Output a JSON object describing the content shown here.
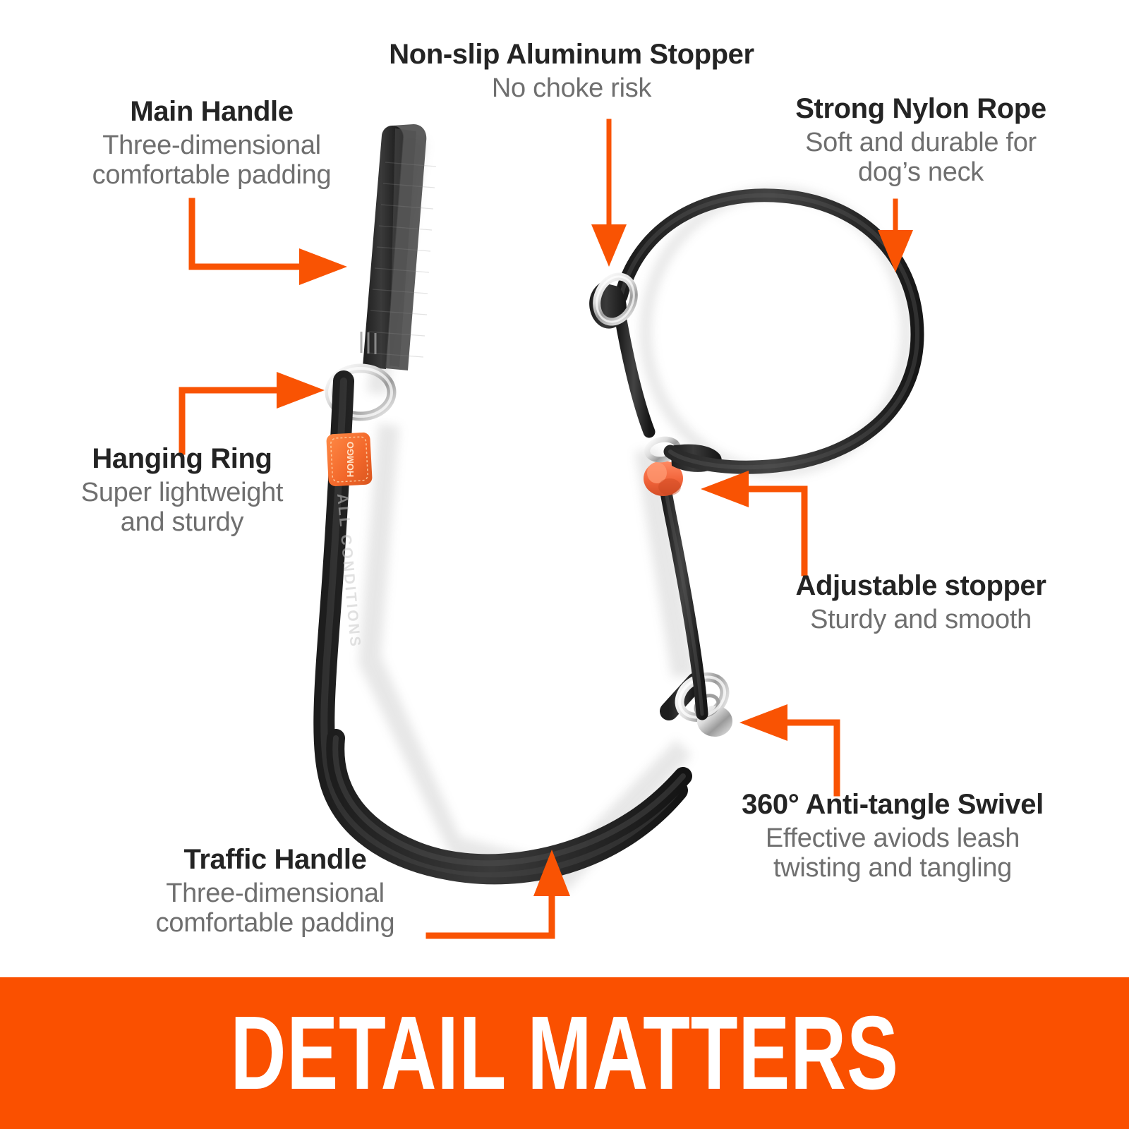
{
  "product": {
    "type": "dog slip leash",
    "brand_tag_label": "HOMGO",
    "webbing_reflective_text": "ALL CONDITIONS"
  },
  "theme": {
    "accent_orange": "#f95303",
    "banner_orange": "#fa5000",
    "title_color": "#242424",
    "subtitle_color": "#6f6f6f",
    "background": "#ffffff",
    "hardware_silver": "#d8d8d8",
    "strap_black": "#2b2b2b",
    "bead_orange": "#f0643c"
  },
  "callouts": [
    {
      "id": "main-handle",
      "title": "Main Handle",
      "subtitle": "Three-dimensional\ncomfortable padding",
      "subtitle_lines": [
        "Three-dimensional",
        "comfortable padding"
      ],
      "arrow": "elbow-down-right"
    },
    {
      "id": "aluminum-stopper",
      "title": "Non-slip Aluminum Stopper",
      "subtitle": "No choke risk",
      "subtitle_lines": [
        "No choke risk"
      ],
      "arrow": "straight-down"
    },
    {
      "id": "nylon-rope",
      "title": "Strong Nylon Rope",
      "subtitle": "Soft and durable for\ndog’s neck",
      "subtitle_lines": [
        "Soft and durable for",
        "dog’s neck"
      ],
      "arrow": "straight-down"
    },
    {
      "id": "hanging-ring",
      "title": "Hanging Ring",
      "subtitle": "Super lightweight\nand sturdy",
      "subtitle_lines": [
        "Super lightweight",
        "and sturdy"
      ],
      "arrow": "elbow-up-right"
    },
    {
      "id": "adjustable-stopper",
      "title": "Adjustable stopper",
      "subtitle": "Sturdy and smooth",
      "subtitle_lines": [
        "Sturdy and smooth"
      ],
      "arrow": "elbow-up-left"
    },
    {
      "id": "anti-tangle-swivel",
      "title": "360° Anti-tangle Swivel",
      "subtitle": "Effective aviods leash\ntwisting and tangling",
      "subtitle_lines": [
        "Effective aviods leash",
        "twisting and tangling"
      ],
      "arrow": "elbow-up-left"
    },
    {
      "id": "traffic-handle",
      "title": "Traffic Handle",
      "subtitle": "Three-dimensional\ncomfortable padding",
      "subtitle_lines": [
        "Three-dimensional",
        "comfortable padding"
      ],
      "arrow": "elbow-right-up"
    }
  ],
  "main_handle": {
    "title": "Main Handle",
    "line1": "Three-dimensional",
    "line2": "comfortable padding"
  },
  "aluminum_stopper": {
    "title": "Non-slip Aluminum Stopper",
    "line1": "No choke risk"
  },
  "nylon_rope": {
    "title": "Strong Nylon Rope",
    "line1": "Soft and durable for",
    "line2": "dog’s neck"
  },
  "hanging_ring": {
    "title": "Hanging Ring",
    "line1": "Super lightweight",
    "line2": "and sturdy"
  },
  "adjustable_stopper": {
    "title": "Adjustable stopper",
    "line1": "Sturdy and smooth"
  },
  "anti_tangle_swivel": {
    "title": "360° Anti-tangle Swivel",
    "line1": "Effective aviods leash",
    "line2": "twisting and tangling"
  },
  "traffic_handle": {
    "title": "Traffic Handle",
    "line1": "Three-dimensional",
    "line2": "comfortable padding"
  },
  "banner": {
    "text": "DETAIL MATTERS"
  }
}
